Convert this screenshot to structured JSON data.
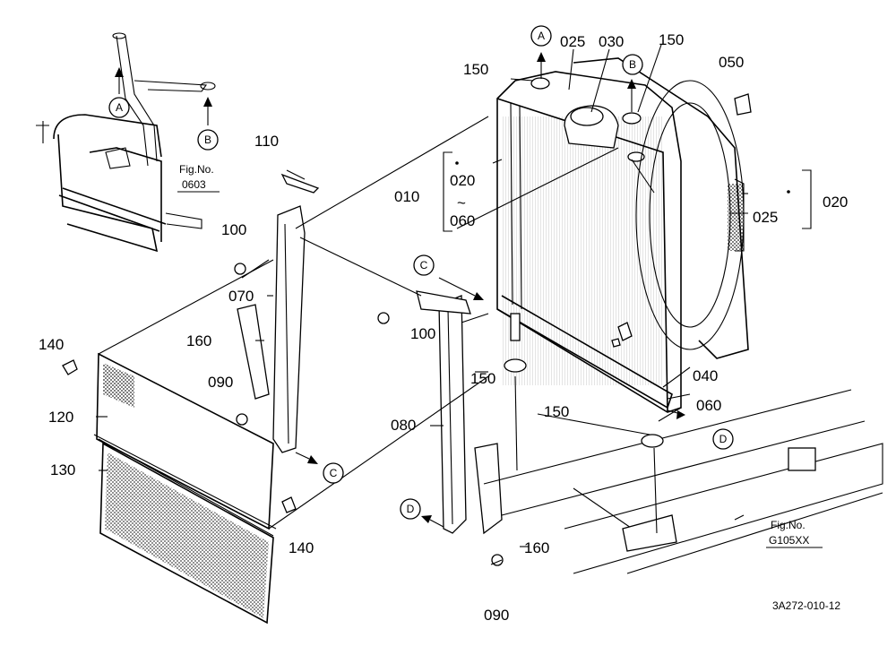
{
  "diagram": {
    "part_labels": [
      "010",
      "020",
      "025",
      "030",
      "040",
      "050",
      "060",
      "070",
      "080",
      "090",
      "100",
      "110",
      "120",
      "130",
      "140",
      "150",
      "160"
    ],
    "callout_letters": [
      "A",
      "B",
      "C",
      "D"
    ],
    "range_sep": "~",
    "fig_label": "Fig.No.",
    "fig_ref_1": "0603",
    "fig_ref_2": "G105XX",
    "drawing_code": "3A272-010-12"
  },
  "colors": {
    "line": "#000000",
    "background": "#ffffff"
  }
}
